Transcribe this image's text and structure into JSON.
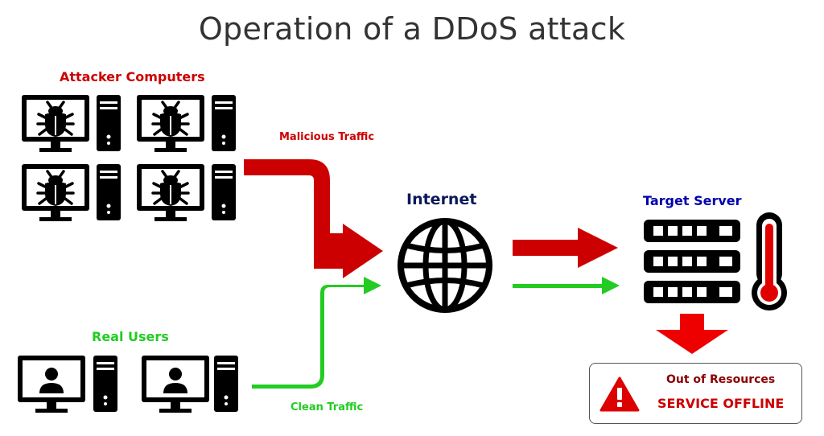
{
  "title": "Operation of a DDoS attack",
  "labels": {
    "attacker_computers": "Attacker Computers",
    "malicious_traffic": "Malicious Traffic",
    "internet": "Internet",
    "target_server": "Target Server",
    "real_users": "Real Users",
    "clean_traffic": "Clean Traffic"
  },
  "status": {
    "title": "Out of Resources",
    "text": "SERVICE OFFLINE"
  },
  "icons": [
    "bug-icon",
    "user-icon",
    "tower-icon",
    "globe-icon",
    "server-rack-icon",
    "thermometer-icon",
    "warning-icon",
    "arrow-icon"
  ],
  "colors": {
    "malicious": "#cc0000",
    "clean": "#22cc22",
    "internet_label": "#0a1a5c",
    "target_label": "#0000aa",
    "dark": "#000000"
  }
}
